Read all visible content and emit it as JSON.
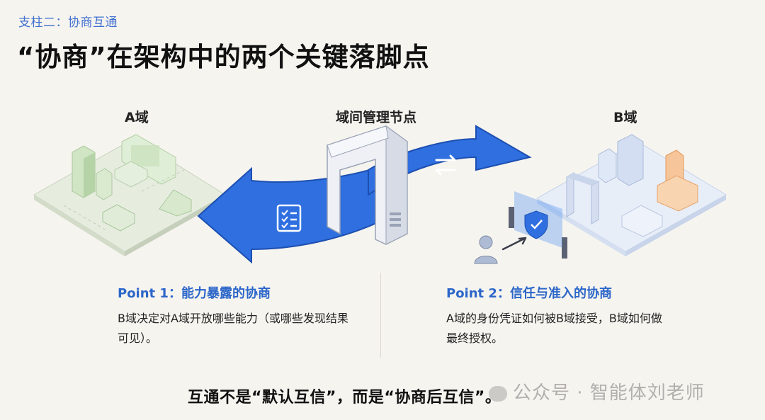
{
  "header": {
    "eyebrow": "支柱二：协商互通",
    "title": "“协商”在架构中的两个关键落脚点"
  },
  "regions": {
    "domain_a": "A域",
    "management_node": "域间管理节点",
    "domain_b": "B域"
  },
  "points": [
    {
      "title": "Point 1：能力暴露的协商",
      "desc": "B域决定对A域开放哪些能力（或哪些发现结果可见）。"
    },
    {
      "title": "Point 2：信任与准入的协商",
      "desc": "A域的身份凭证如何被B域接受，B域如何做最终授权。"
    }
  ],
  "conclusion": "互通不是“默认互信”，而是“协商后互信”。",
  "watermark": "公众号 · 智能体刘老师",
  "colors": {
    "accent_blue": "#2c66c9",
    "arrow_blue": "#2f6fe0",
    "domain_a_green": "#cfe5c4",
    "domain_b_blue": "#dbe6f7",
    "highlight_orange": "#f3a86b"
  },
  "icons": {
    "arrow_left_icon": "checklist-icon",
    "arrow_right_icon": "swap-arrows-icon",
    "trust_icon": "shield-check-icon",
    "person_icon": "user-icon"
  }
}
